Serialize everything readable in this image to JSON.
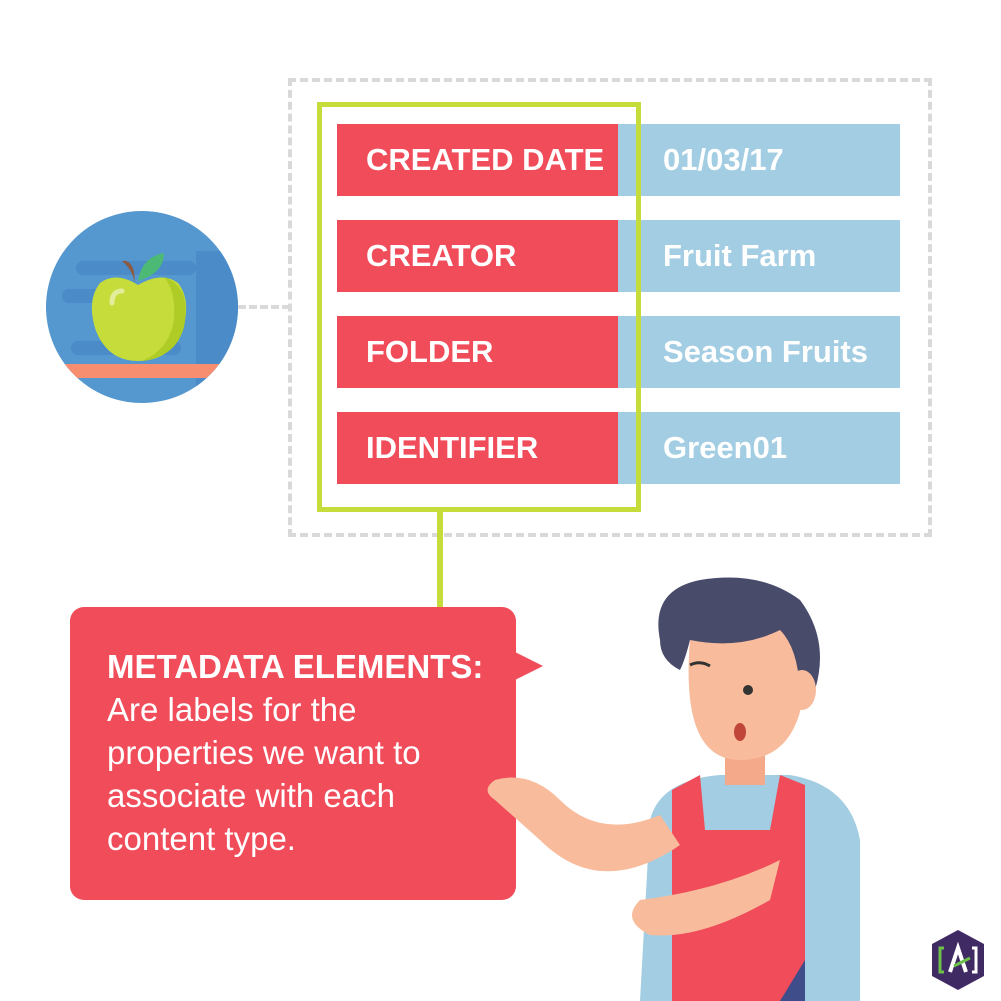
{
  "metadata_rows": [
    {
      "label": "CREATED DATE",
      "value": "01/03/17"
    },
    {
      "label": "CREATOR",
      "value": "Fruit Farm"
    },
    {
      "label": "FOLDER",
      "value": "Season Fruits"
    },
    {
      "label": "IDENTIFIER",
      "value": "Green01"
    }
  ],
  "callout": {
    "title": "METADATA ELEMENTS:",
    "lines": [
      "Are labels for the",
      "properties we want to",
      "associate with each",
      "content type."
    ]
  },
  "logo": {
    "text": "[A]"
  },
  "colors": {
    "red": "#f04c5a",
    "blue": "#a3cde2",
    "green": "#c6dc3a",
    "circle": "#5597cf",
    "logo": "#3f2a63"
  }
}
